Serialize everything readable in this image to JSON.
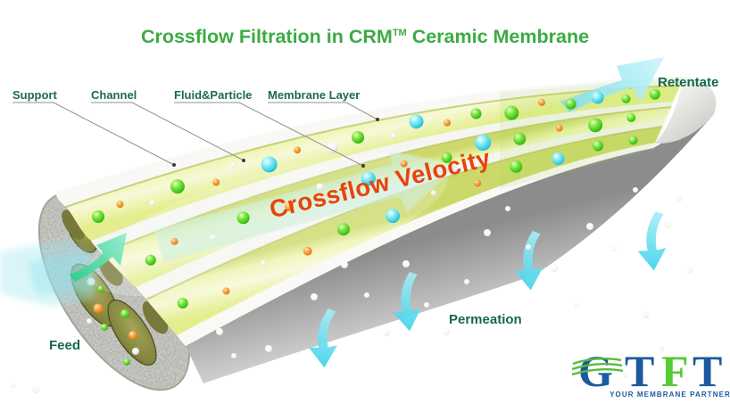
{
  "title": {
    "pre": "Crossflow Filtration in CRM",
    "tm": "TM",
    "post": " Ceramic Membrane"
  },
  "part_labels": {
    "support": "Support",
    "channel": "Channel",
    "fluid_particle": "Fluid&Particle",
    "membrane_layer": "Membrane Layer"
  },
  "flow_labels": {
    "feed": "Feed",
    "retentate": "Retentate",
    "permeation": "Permeation",
    "crossflow": "Crossflow Velocity"
  },
  "logo": {
    "letters": [
      {
        "char": "G",
        "color": "#1b5aa0"
      },
      {
        "char": "T",
        "color": "#1b5aa0"
      },
      {
        "char": "F",
        "color": "#55cc33"
      },
      {
        "char": "T",
        "color": "#1b5aa0"
      }
    ],
    "tagline": "YOUR MEMBRANE PARTNER"
  },
  "colors": {
    "title_green": "#3cab43",
    "label_green": "#1c6b4a",
    "velocity_red": "#e8420e",
    "arrow_cyan": "#57d9ea",
    "feed_arrow_green": "#2fcf8e",
    "channel_yellow": "#eef39c",
    "support_gray": "#cecec8",
    "logo_blue": "#1b5aa0",
    "logo_green": "#55cc33"
  },
  "particles": {
    "channels": [
      [
        1,
        0.04,
        0.0,
        "G",
        7
      ],
      [
        1,
        0.09,
        -0.3,
        "O",
        4
      ],
      [
        1,
        0.14,
        0.35,
        "w",
        3
      ],
      [
        1,
        0.2,
        -0.2,
        "G",
        8
      ],
      [
        1,
        0.26,
        0.4,
        "O",
        4
      ],
      [
        1,
        0.31,
        -0.5,
        "w",
        3
      ],
      [
        1,
        0.36,
        0.25,
        "C",
        9
      ],
      [
        1,
        0.42,
        -0.3,
        "O",
        4
      ],
      [
        1,
        0.47,
        0.3,
        "W",
        6
      ],
      [
        1,
        0.52,
        -0.1,
        "G",
        7
      ],
      [
        1,
        0.57,
        0.5,
        "w",
        3
      ],
      [
        1,
        0.62,
        -0.45,
        "C",
        8
      ],
      [
        1,
        0.66,
        0.3,
        "O",
        4
      ],
      [
        1,
        0.71,
        -0.15,
        "G",
        6
      ],
      [
        1,
        0.76,
        0.4,
        "G",
        8
      ],
      [
        1,
        0.81,
        -0.4,
        "O",
        4
      ],
      [
        1,
        0.85,
        0.25,
        "G",
        6
      ],
      [
        1,
        0.89,
        -0.25,
        "C",
        7
      ],
      [
        1,
        0.93,
        0.3,
        "G",
        5
      ],
      [
        1,
        0.97,
        -0.1,
        "G",
        6
      ],
      [
        2,
        0.06,
        0.2,
        "G",
        6
      ],
      [
        2,
        0.12,
        -0.3,
        "O",
        4
      ],
      [
        2,
        0.18,
        0.4,
        "w",
        3
      ],
      [
        2,
        0.25,
        -0.1,
        "G",
        7
      ],
      [
        2,
        0.33,
        0.3,
        "O",
        5
      ],
      [
        2,
        0.4,
        -0.4,
        "w",
        4
      ],
      [
        2,
        0.48,
        0.2,
        "C",
        8
      ],
      [
        2,
        0.55,
        -0.2,
        "O",
        4
      ],
      [
        2,
        0.62,
        0.4,
        "G",
        6
      ],
      [
        2,
        0.69,
        -0.3,
        "C",
        9
      ],
      [
        2,
        0.75,
        0.25,
        "G",
        7
      ],
      [
        2,
        0.82,
        -0.2,
        "O",
        4
      ],
      [
        2,
        0.88,
        0.3,
        "G",
        8
      ],
      [
        2,
        0.94,
        -0.1,
        "G",
        5
      ],
      [
        3,
        0.05,
        -0.2,
        "G",
        6
      ],
      [
        3,
        0.13,
        0.3,
        "O",
        4
      ],
      [
        3,
        0.22,
        -0.3,
        "w",
        3
      ],
      [
        3,
        0.3,
        0.2,
        "O",
        5
      ],
      [
        3,
        0.38,
        -0.2,
        "G",
        7
      ],
      [
        3,
        0.47,
        0.3,
        "C",
        8
      ],
      [
        3,
        0.56,
        -0.3,
        "w",
        3
      ],
      [
        3,
        0.64,
        0.25,
        "O",
        4
      ],
      [
        3,
        0.72,
        -0.2,
        "G",
        7
      ],
      [
        3,
        0.8,
        0.3,
        "C",
        7
      ],
      [
        3,
        0.88,
        -0.1,
        "G",
        6
      ],
      [
        3,
        0.95,
        0.2,
        "G",
        5
      ]
    ],
    "face": [
      [
        102,
        316,
        "W",
        4.5
      ],
      [
        113,
        324,
        "G",
        3.5
      ],
      [
        110,
        346,
        "O",
        5.5
      ],
      [
        100,
        360,
        "w",
        3
      ],
      [
        117,
        367,
        "G",
        4
      ],
      [
        140,
        352,
        "G",
        5
      ],
      [
        149,
        376,
        "O",
        5
      ],
      [
        152,
        394,
        "W",
        4
      ],
      [
        142,
        406,
        "G",
        4
      ]
    ],
    "bubbles": [
      [
        246,
        372,
        4
      ],
      [
        262,
        399,
        3
      ],
      [
        301,
        391,
        4
      ],
      [
        352,
        333,
        4
      ],
      [
        386,
        297,
        4
      ],
      [
        411,
        331,
        3
      ],
      [
        433,
        373,
        4
      ],
      [
        455,
        296,
        4
      ],
      [
        478,
        342,
        3
      ],
      [
        500,
        372,
        4
      ],
      [
        523,
        316,
        3
      ],
      [
        546,
        261,
        4
      ],
      [
        569,
        234,
        3
      ],
      [
        592,
        277,
        3
      ],
      [
        621,
        301,
        4
      ],
      [
        646,
        342,
        3
      ],
      [
        661,
        254,
        4
      ],
      [
        688,
        279,
        3
      ],
      [
        712,
        213,
        3
      ],
      [
        723,
        353,
        4
      ],
      [
        741,
        391,
        3
      ],
      [
        748,
        252,
        4
      ],
      [
        761,
        223,
        3
      ],
      [
        773,
        303,
        3
      ],
      [
        701,
        421,
        3
      ],
      [
        40,
        437,
        4
      ],
      [
        14,
        432,
        3
      ]
    ]
  }
}
